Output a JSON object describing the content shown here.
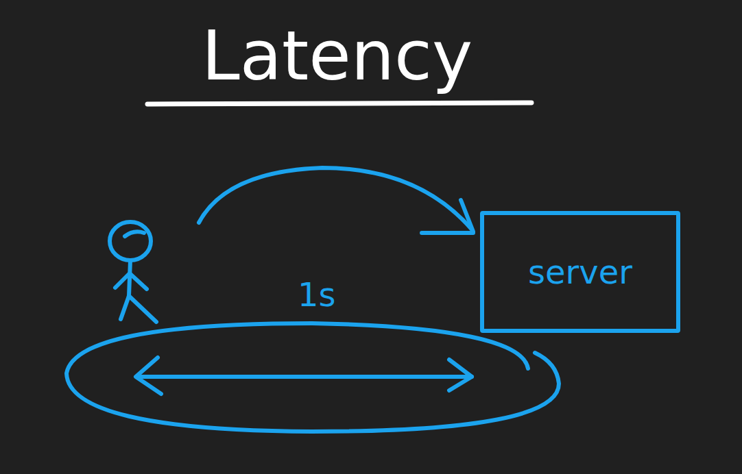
{
  "diagram": {
    "title": "Latency",
    "nodes": [
      {
        "text": [
          "server"
        ]
      }
    ],
    "labels": [
      "1s"
    ]
  }
}
